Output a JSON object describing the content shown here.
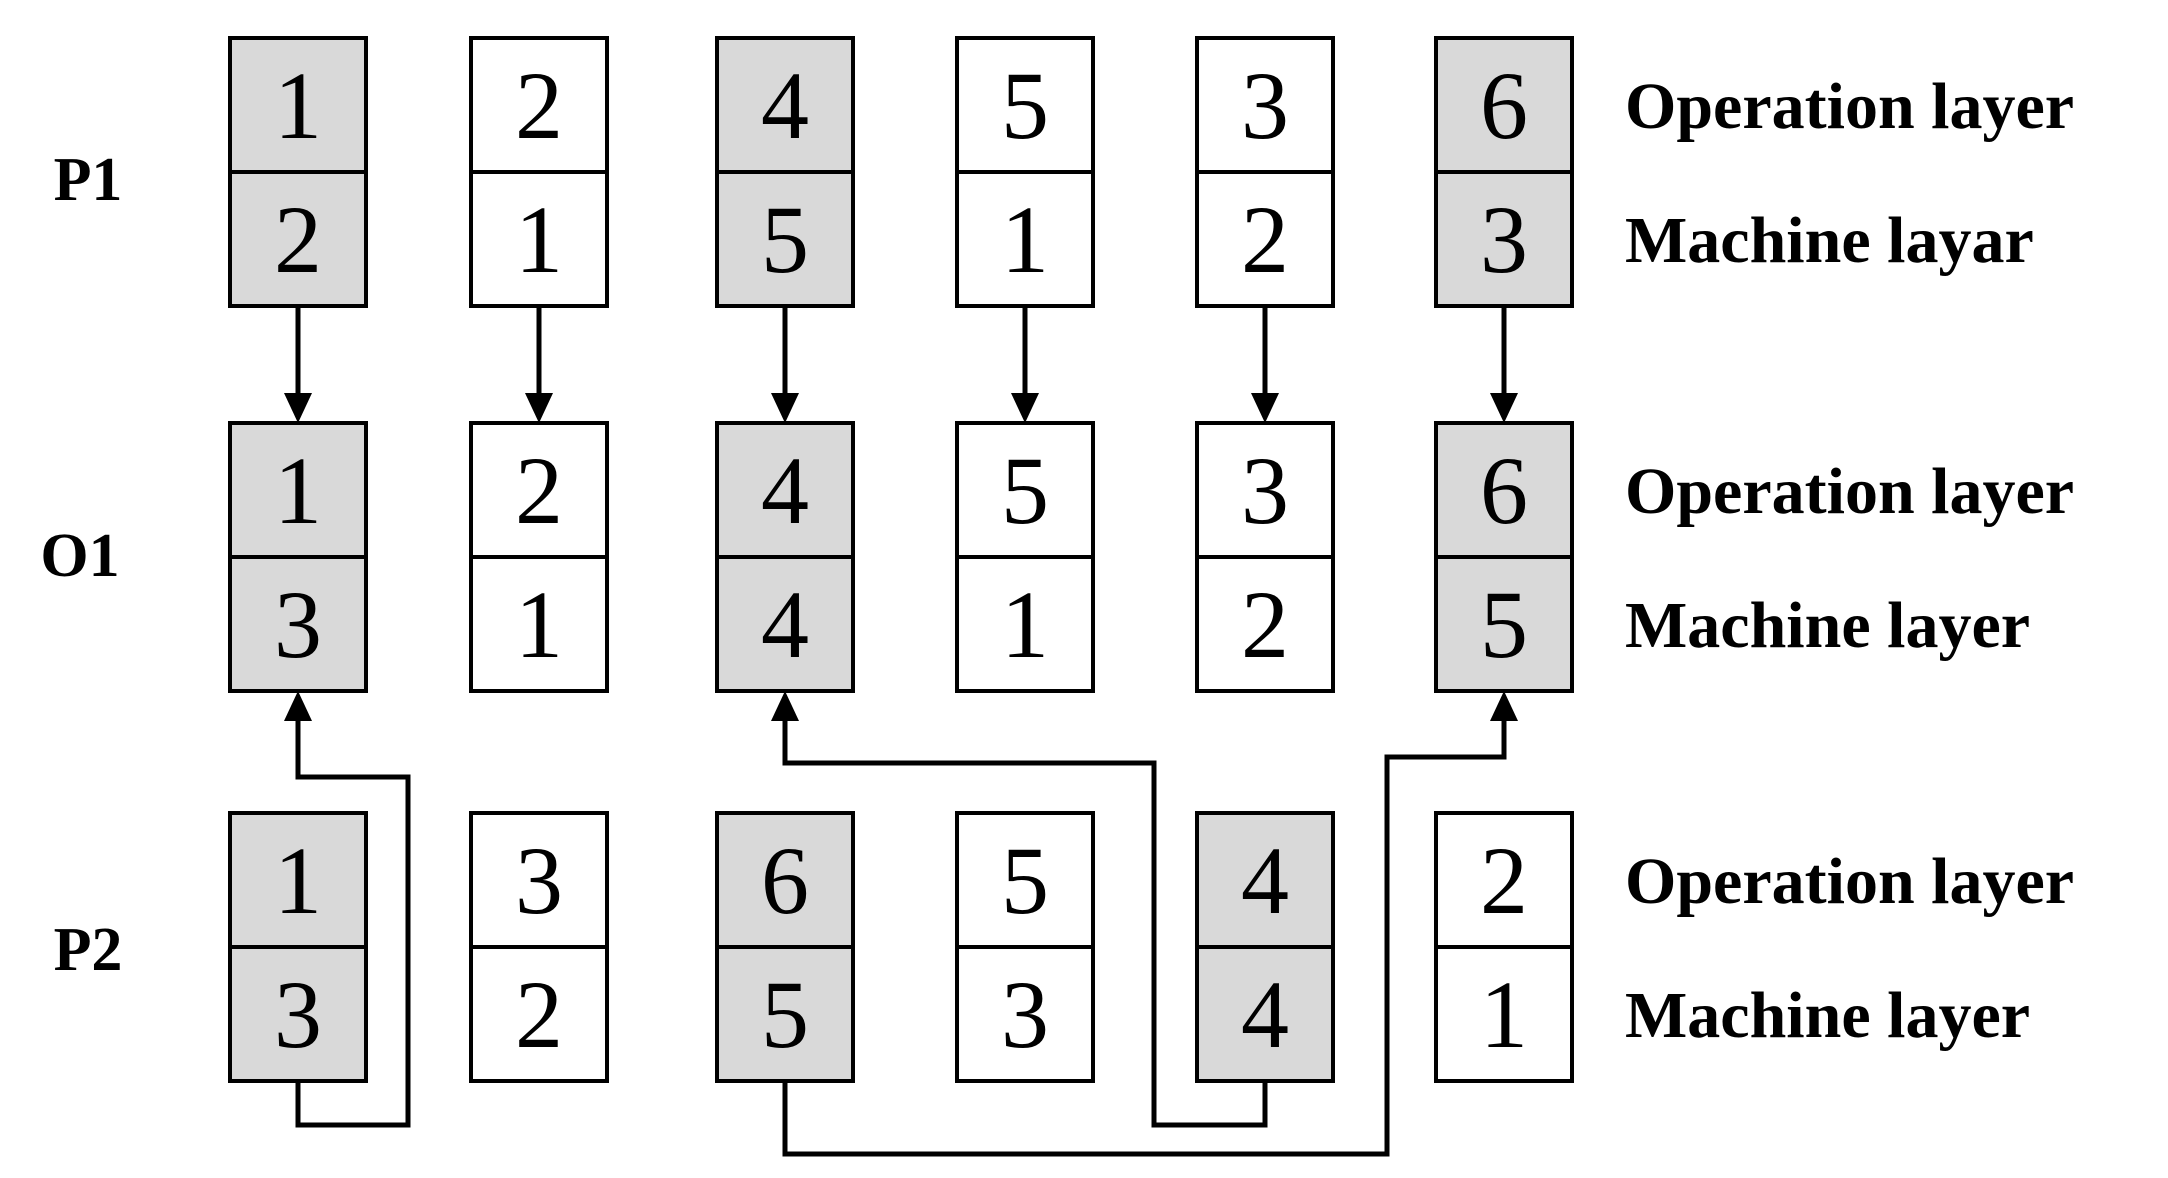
{
  "shade_color": "#d9d9d9",
  "plain_color": "#ffffff",
  "rows": [
    {
      "id": "p1",
      "label": "P1",
      "operation_label": "Operation layer",
      "machine_label": "Machine layar",
      "genes": [
        {
          "operation": "1",
          "machine": "2",
          "shaded": true
        },
        {
          "operation": "2",
          "machine": "1",
          "shaded": false
        },
        {
          "operation": "4",
          "machine": "5",
          "shaded": true
        },
        {
          "operation": "5",
          "machine": "1",
          "shaded": false
        },
        {
          "operation": "3",
          "machine": "2",
          "shaded": false
        },
        {
          "operation": "6",
          "machine": "3",
          "shaded": true
        }
      ]
    },
    {
      "id": "o1",
      "label": "O1",
      "operation_label": "Operation layer",
      "machine_label": "Machine layer",
      "genes": [
        {
          "operation": "1",
          "machine": "3",
          "shaded": true
        },
        {
          "operation": "2",
          "machine": "1",
          "shaded": false
        },
        {
          "operation": "4",
          "machine": "4",
          "shaded": true
        },
        {
          "operation": "5",
          "machine": "1",
          "shaded": false
        },
        {
          "operation": "3",
          "machine": "2",
          "shaded": false
        },
        {
          "operation": "6",
          "machine": "5",
          "shaded": true
        }
      ]
    },
    {
      "id": "p2",
      "label": "P2",
      "operation_label": "Operation layer",
      "machine_label": "Machine layer",
      "genes": [
        {
          "operation": "1",
          "machine": "3",
          "shaded": true
        },
        {
          "operation": "3",
          "machine": "2",
          "shaded": false
        },
        {
          "operation": "6",
          "machine": "5",
          "shaded": true
        },
        {
          "operation": "5",
          "machine": "3",
          "shaded": false
        },
        {
          "operation": "4",
          "machine": "4",
          "shaded": true
        },
        {
          "operation": "2",
          "machine": "1",
          "shaded": false
        }
      ]
    }
  ],
  "p1_to_o1_arrows": [
    0,
    1,
    2,
    3,
    4,
    5
  ],
  "p2_to_o1_arrows": [
    {
      "from_gene": 0,
      "to_gene": 0
    },
    {
      "from_gene": 4,
      "to_gene": 2
    },
    {
      "from_gene": 2,
      "to_gene": 5
    }
  ]
}
